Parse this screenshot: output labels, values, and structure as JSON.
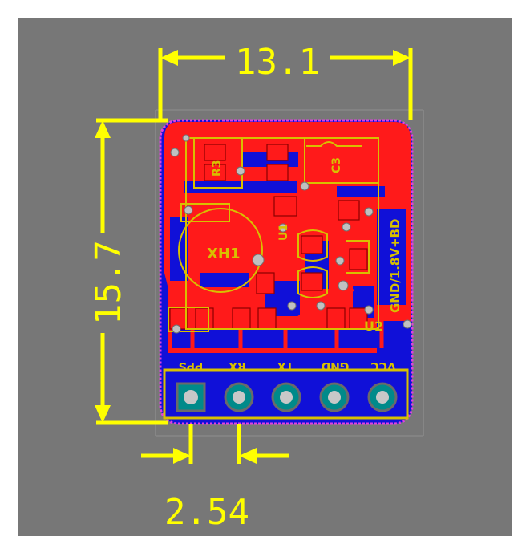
{
  "dimensions": {
    "width": "13.1",
    "height": "15.7",
    "pitch": "2.54"
  },
  "silkscreen": {
    "crystal": "XH1",
    "chip": "U2",
    "ic": "U1",
    "top_components": [
      "R3",
      "C3"
    ],
    "side_label": "GND/1.8V+BD",
    "pin_labels": [
      "PPS",
      "RX",
      "TX",
      "GND",
      "VCC"
    ]
  },
  "colors": {
    "background": "#777777",
    "copper_top": "#ff1a1a",
    "copper_bottom": "#1010d8",
    "silkscreen": "#d8c000",
    "dimension": "#ffff00",
    "outline": "#e040e0",
    "pad": "#008a8a"
  }
}
